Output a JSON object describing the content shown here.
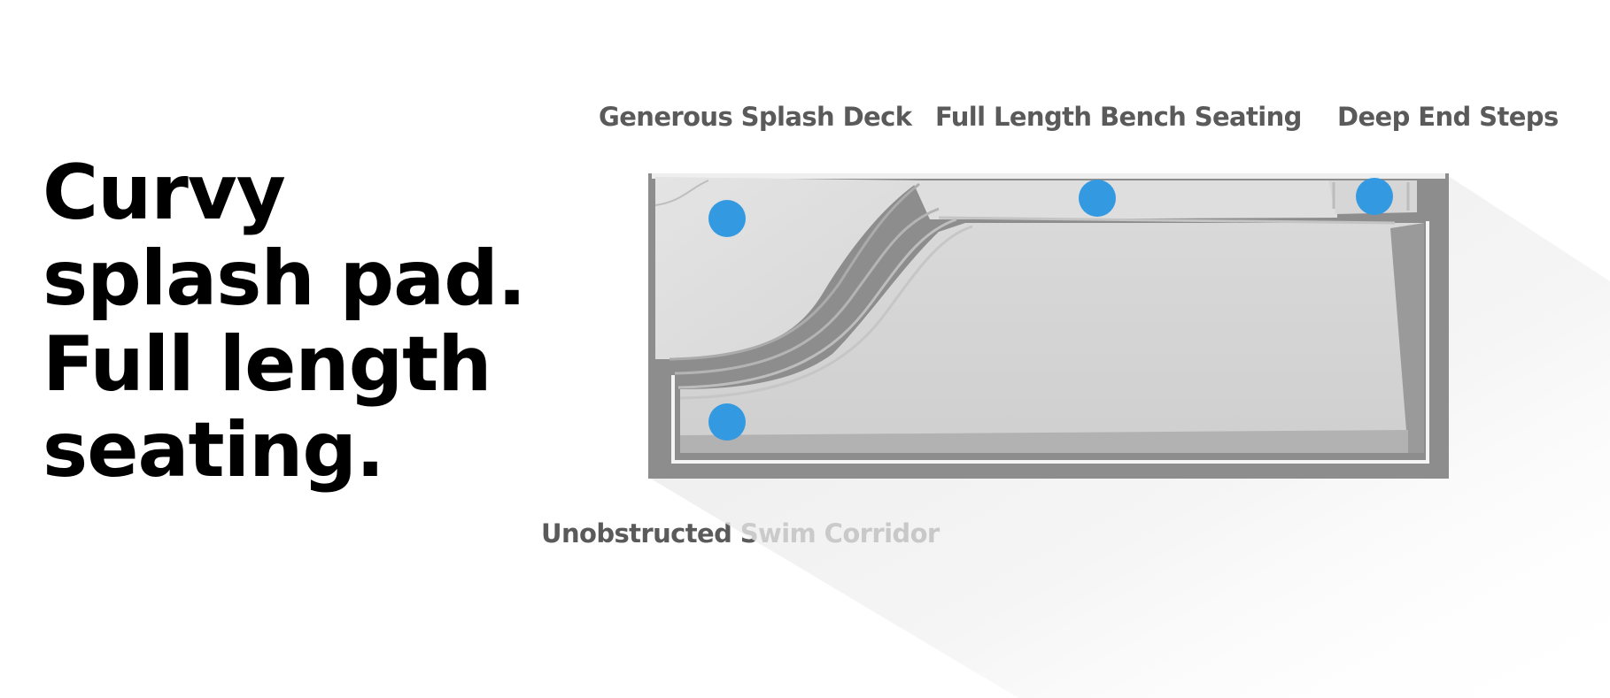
{
  "headline": {
    "lines": [
      "Curvy",
      "splash pad.",
      "Full length",
      "seating."
    ]
  },
  "callouts": {
    "splash_deck": "Generous Splash Deck",
    "bench_seating": "Full Length Bench Seating",
    "deep_end_steps": "Deep End Steps",
    "swim_corridor": "Unobstructed Swim Corridor"
  },
  "colors": {
    "hotspot": "#3399e0",
    "callout_text": "#5a5a5a",
    "headline_text": "#000000"
  }
}
